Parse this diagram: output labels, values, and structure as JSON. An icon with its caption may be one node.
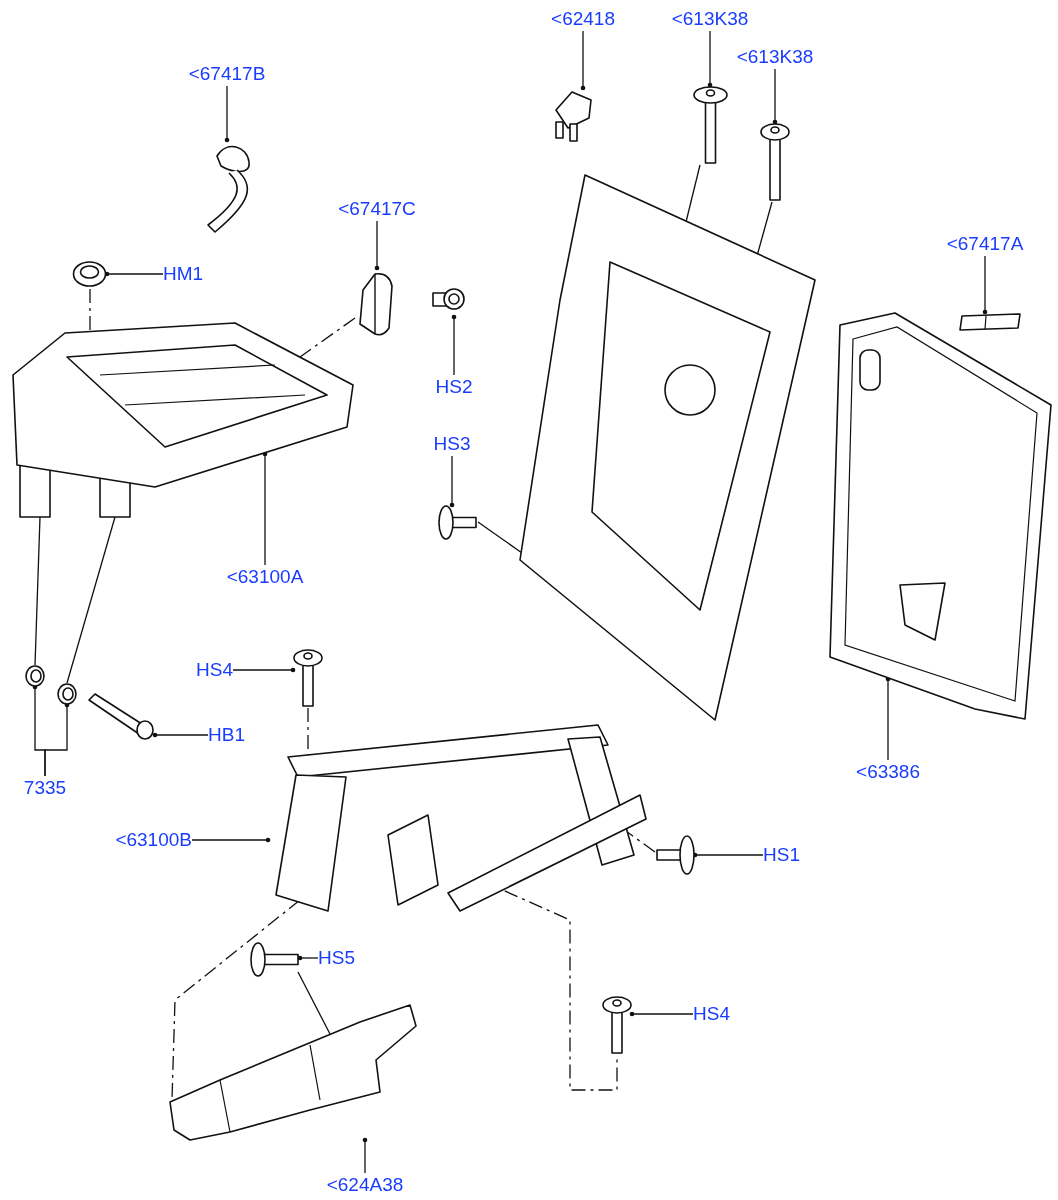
{
  "diagram": {
    "nodes": [
      {
        "text": [
          "<67417B"
        ]
      },
      {
        "text": [],
        "shape": "picture"
      },
      {
        "text": [
          "HM1"
        ]
      },
      {
        "text": [],
        "shape": "picture"
      },
      {
        "text": [
          "<67417C"
        ]
      },
      {
        "text": [],
        "shape": "picture"
      },
      {
        "text": [
          "HS2"
        ]
      },
      {
        "text": [],
        "shape": "picture"
      },
      {
        "text": [
          "<62418"
        ]
      },
      {
        "text": [],
        "shape": "picture"
      },
      {
        "text": [
          "<613K38"
        ]
      },
      {
        "text": [],
        "shape": "picture"
      },
      {
        "text": [
          "<613K38"
        ]
      },
      {
        "text": [],
        "shape": "picture"
      },
      {
        "text": [
          "<67417A"
        ]
      },
      {
        "text": [],
        "shape": "picture"
      },
      {
        "text": [
          "HS3"
        ]
      },
      {
        "text": [],
        "shape": "picture"
      },
      {
        "text": [
          "<63100A"
        ]
      },
      {
        "text": [],
        "shape": "picture"
      },
      {
        "text": [
          "HS4"
        ]
      },
      {
        "text": [],
        "shape": "picture"
      },
      {
        "text": [
          "HB1"
        ]
      },
      {
        "text": [],
        "shape": "picture"
      },
      {
        "text": [
          "7335"
        ]
      },
      {
        "text": [],
        "shape": "picture"
      },
      {
        "text": [],
        "shape": "picture"
      },
      {
        "text": [
          "<63100B"
        ]
      },
      {
        "text": [],
        "shape": "picture"
      },
      {
        "text": [
          "HS1"
        ]
      },
      {
        "text": [],
        "shape": "picture"
      },
      {
        "text": [
          "<63386"
        ]
      },
      {
        "text": [],
        "shape": "picture"
      },
      {
        "text": [
          "HS5"
        ]
      },
      {
        "text": [],
        "shape": "picture"
      },
      {
        "text": [
          "HS4"
        ]
      },
      {
        "text": [],
        "shape": "picture"
      },
      {
        "text": [
          "<624A38"
        ]
      },
      {
        "text": [],
        "shape": "picture"
      },
      {
        "text": [],
        "shape": "picture"
      }
    ],
    "edges": [
      {
        "from": 0,
        "to": 1,
        "arrow": "other"
      },
      {
        "from": 2,
        "to": 3,
        "arrow": "other"
      },
      {
        "from": 4,
        "to": 5,
        "arrow": "other"
      },
      {
        "from": 6,
        "to": 7,
        "arrow": "other"
      },
      {
        "from": 8,
        "to": 9,
        "arrow": "other"
      },
      {
        "from": 10,
        "to": 11,
        "arrow": "other"
      },
      {
        "from": 12,
        "to": 13,
        "arrow": "other"
      },
      {
        "from": 14,
        "to": 15,
        "arrow": "other"
      },
      {
        "from": 16,
        "to": 17,
        "arrow": "other"
      },
      {
        "from": 18,
        "to": 19,
        "arrow": "other"
      },
      {
        "from": 20,
        "to": 21,
        "arrow": "other"
      },
      {
        "from": 22,
        "to": 23,
        "arrow": "other"
      },
      {
        "from": 24,
        "to": 25,
        "arrow": "other"
      },
      {
        "from": 24,
        "to": 26,
        "arrow": "other"
      },
      {
        "from": 27,
        "to": 28,
        "arrow": "other"
      },
      {
        "from": 29,
        "to": 30,
        "arrow": "other"
      },
      {
        "from": 31,
        "to": 32,
        "arrow": "other"
      },
      {
        "from": 33,
        "to": 34,
        "arrow": "other"
      },
      {
        "from": 35,
        "to": 36,
        "arrow": "other"
      },
      {
        "from": 37,
        "to": 38,
        "arrow": "other"
      },
      {
        "from": 3,
        "to": 19,
        "arrow": "none",
        "style": "dashed"
      },
      {
        "from": 5,
        "to": 19,
        "arrow": "none",
        "style": "dashed"
      },
      {
        "from": 11,
        "to": 39,
        "arrow": "none"
      },
      {
        "from": 13,
        "to": 39,
        "arrow": "none"
      },
      {
        "from": 17,
        "to": 39,
        "arrow": "none"
      },
      {
        "from": 19,
        "to": 25,
        "arrow": "none"
      },
      {
        "from": 19,
        "to": 26,
        "arrow": "none"
      },
      {
        "from": 21,
        "to": 28,
        "arrow": "none",
        "style": "dashed"
      },
      {
        "from": 30,
        "to": 28,
        "arrow": "none",
        "style": "dashed"
      },
      {
        "from": 28,
        "to": 38,
        "arrow": "none",
        "style": "dashed"
      },
      {
        "from": 34,
        "to": 38,
        "arrow": "none"
      },
      {
        "from": 28,
        "to": 36,
        "arrow": "none",
        "style": "dashed"
      }
    ]
  }
}
